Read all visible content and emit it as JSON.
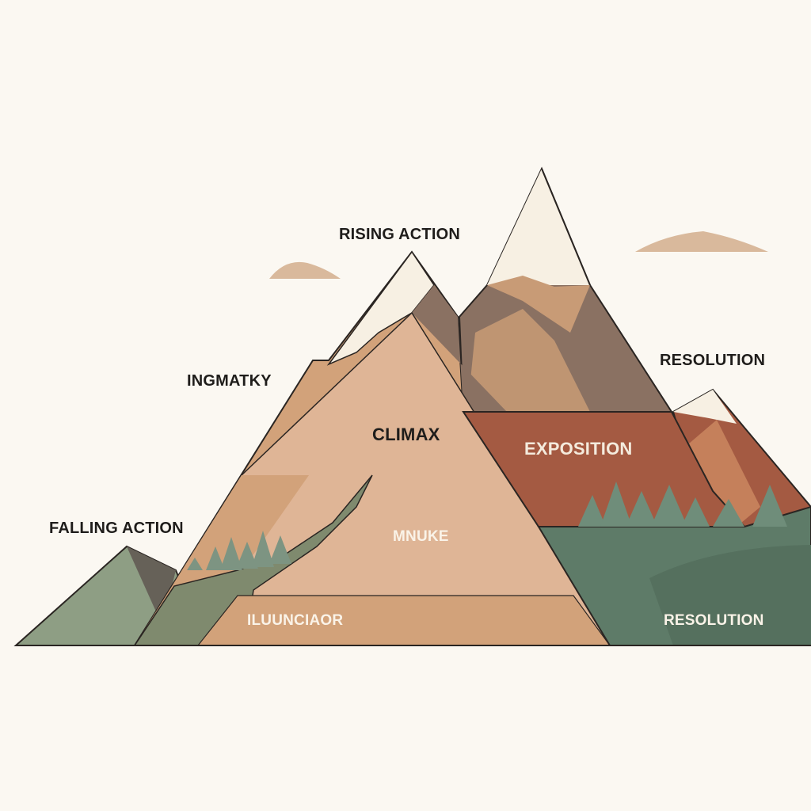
{
  "diagram": {
    "labels": {
      "rising_action": "RISING ACTION",
      "ingmatky": "INGMATKY",
      "falling_action": "FALLING ACTION",
      "climax": "CLIMAX",
      "exposition": "EXPOSITION",
      "mnuke": "MNUKE",
      "illuncior": "ILUUNCIAOR",
      "resolution_top": "RESOLUTION",
      "resolution_bottom": "RESOLUTION"
    },
    "colors": {
      "background": "#fbf8f2",
      "outline": "#2a2522",
      "peach_face": "#dfb596",
      "tan_slope": "#d2a27a",
      "dark_brown": "#8a7162",
      "rust_band": "#a45a42",
      "sage_green": "#5e7b68",
      "snow": "#f7f0e3",
      "cloud": "#d9b99c"
    }
  }
}
